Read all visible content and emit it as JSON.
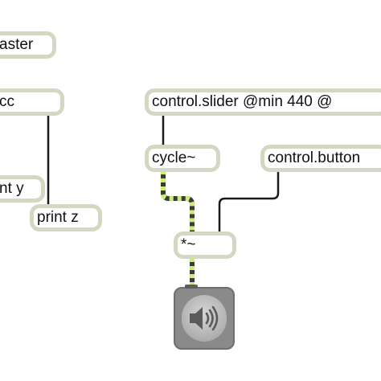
{
  "objects": {
    "master": "aster",
    "cc": "cc",
    "printy": "nt y",
    "printz": "print z",
    "slider": "control.slider @min 440 @",
    "cycle": "cycle~",
    "button": "control.button",
    "mult": "*~"
  },
  "icons": {
    "dac": "speaker-icon"
  },
  "colors": {
    "object_border": "#d4d8c3",
    "port": "#5d5d5d",
    "signal_cord_light": "#c8f06c",
    "signal_cord_dark": "#3b3b3b",
    "control_cord": "#1a1a1a",
    "dac_body": "#8a8a8a"
  }
}
